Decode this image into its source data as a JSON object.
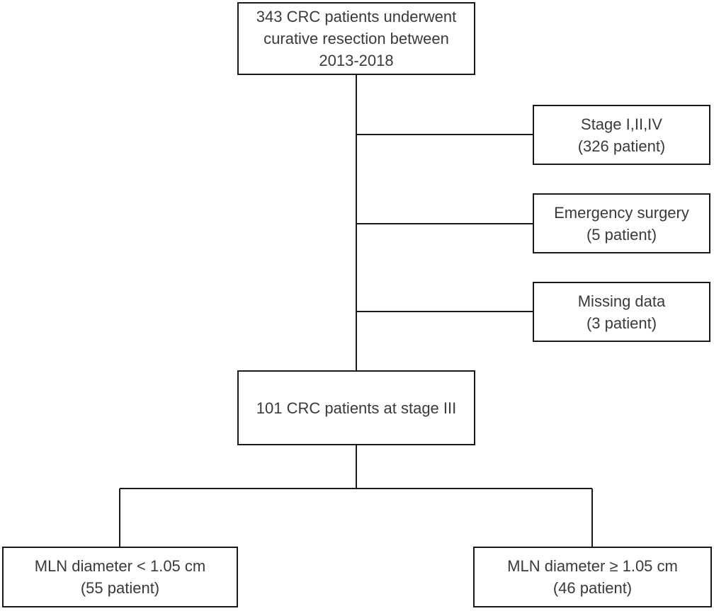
{
  "flowchart": {
    "start": {
      "lines": [
        "343 CRC patients underwent",
        "curative resection between",
        "2013-2018"
      ]
    },
    "exclusions": [
      {
        "lines": [
          "Stage I,II,IV",
          "(326 patient)"
        ]
      },
      {
        "lines": [
          "Emergency surgery",
          "(5 patient)"
        ]
      },
      {
        "lines": [
          "Missing data",
          "(3 patient)"
        ]
      }
    ],
    "stage3": {
      "lines": [
        "101 CRC patients at stage III"
      ]
    },
    "groups": [
      {
        "lines": [
          "MLN diameter < 1.05 cm",
          "(55 patient)"
        ]
      },
      {
        "lines": [
          "MLN diameter ≥ 1.05 cm",
          "(46 patient)"
        ]
      }
    ]
  },
  "colors": {
    "line": "#1a1a1a",
    "text": "#3a3a3a",
    "background": "#ffffff"
  }
}
